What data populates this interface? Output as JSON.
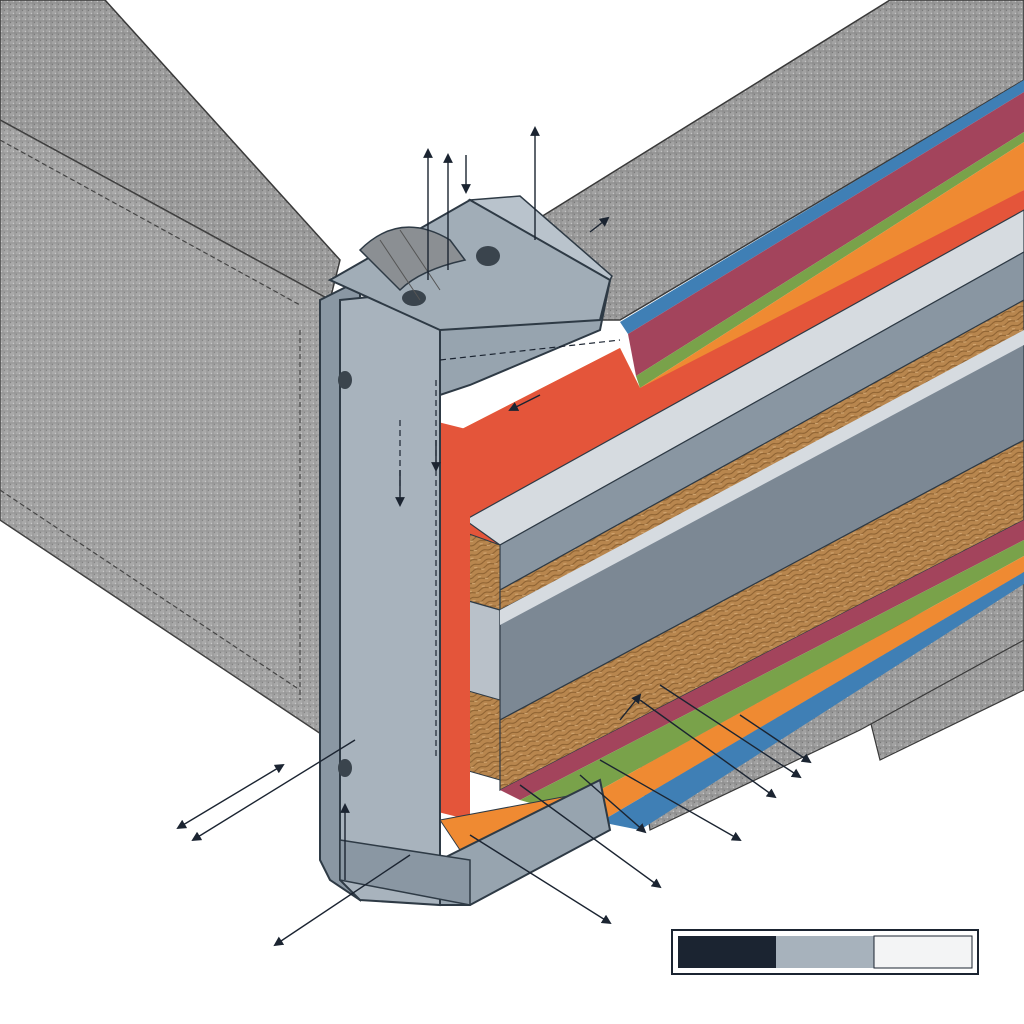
{
  "diagram": {
    "kind": "exploded cutaway of a fabric-wrapped frame corner",
    "parts": [
      {
        "id": "fabric-sleeve",
        "color": "#9a9a9a"
      },
      {
        "id": "corner-bracket",
        "color": "#7f8c98"
      },
      {
        "id": "mounting-hole-top",
        "color": "#3a444d"
      },
      {
        "id": "mounting-hole-bottom",
        "color": "#3a444d"
      },
      {
        "id": "strap-loop",
        "color": "#8b8f93"
      },
      {
        "id": "layer-blue",
        "color": "#3f7fb5"
      },
      {
        "id": "layer-green",
        "color": "#79a24a"
      },
      {
        "id": "layer-maroon",
        "color": "#a3445c"
      },
      {
        "id": "layer-orange",
        "color": "#ef8a32"
      },
      {
        "id": "layer-red",
        "color": "#e4553a"
      },
      {
        "id": "steel-rail-upper",
        "color": "#b9c1c9"
      },
      {
        "id": "steel-rail-lower",
        "color": "#aab4bd"
      },
      {
        "id": "wood-core-upper",
        "color": "#b8864e"
      },
      {
        "id": "wood-core-lower",
        "color": "#b8864e"
      }
    ],
    "scale_bar": {
      "segments": [
        {
          "color": "#1b2431"
        },
        {
          "color": "#a7b2bc"
        },
        {
          "color": "#f3f4f5"
        }
      ]
    }
  }
}
